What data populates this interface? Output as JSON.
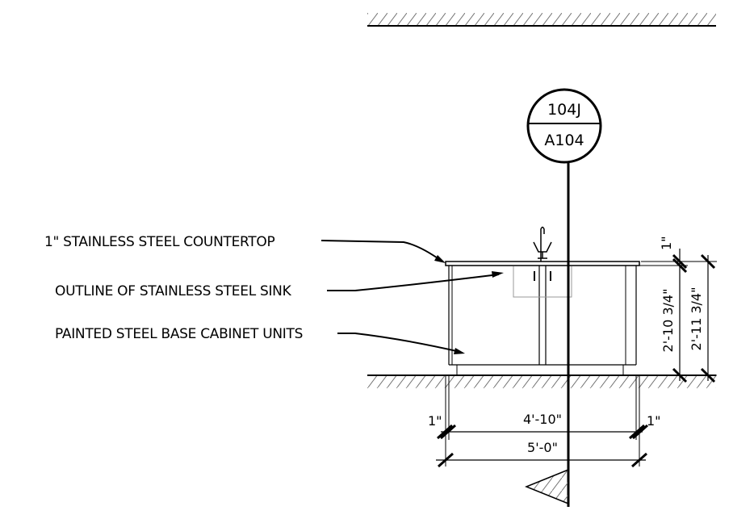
{
  "section_marker": {
    "detail_number": "104J",
    "sheet_number": "A104"
  },
  "annotations": {
    "countertop": "1\" STAINLESS STEEL COUNTERTOP",
    "sink": "OUTLINE OF STAINLESS STEEL SINK",
    "cabinet": "PAINTED STEEL BASE CABINET UNITS"
  },
  "dimensions": {
    "left_offset": "1\"",
    "cabinet_width": "4'-10\"",
    "right_offset": "1\"",
    "overall_width": "5'-0\"",
    "countertop_thickness": "1\"",
    "cabinet_height": "2'-10 3/4\"",
    "overall_height": "2'-11 3/4\""
  },
  "colors": {
    "ink": "#000000",
    "light_line": "#999999"
  }
}
